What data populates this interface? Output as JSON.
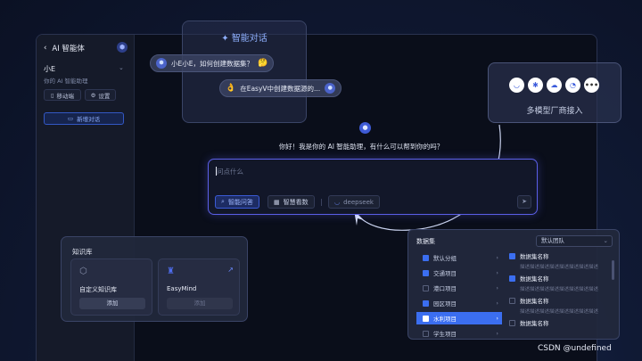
{
  "sidebar": {
    "back_label": "‹",
    "title": "AI 智能体",
    "user_name": "小E",
    "user_sub": "你的 AI 智能助理",
    "btn_mobile": "移动端",
    "btn_settings": "设置",
    "btn_new_chat": "新增对话"
  },
  "title_card": {
    "label": "✦ 智能对话"
  },
  "bubbles": {
    "q": "小E小E，如何创建数据集？",
    "a": "在EasyV中创建数据源的..."
  },
  "models": {
    "label": "多模型厂商接入",
    "icons": [
      "whale-icon",
      "robot-icon",
      "cloud-icon",
      "spark-icon",
      "more-icon"
    ],
    "more_text": "•••"
  },
  "chat": {
    "greeting": "你好！我是你的 AI 智能助理，有什么可以帮到你的吗？",
    "placeholder": "问点什么",
    "chip_qa": "智能问答",
    "chip_board": "智慧看数",
    "chip_model": "deepseek"
  },
  "knowledge": {
    "title": "知识库",
    "items": [
      {
        "name": "自定义知识库",
        "action": "添加"
      },
      {
        "name": "EasyMind",
        "action": "添加"
      }
    ]
  },
  "dataset": {
    "title": "数据集",
    "team": "默认团队",
    "groups": [
      {
        "label": "默认分组",
        "state": "on"
      },
      {
        "label": "交通项目",
        "state": "on"
      },
      {
        "label": "港口项目",
        "state": "off"
      },
      {
        "label": "园区项目",
        "state": "on"
      },
      {
        "label": "水利项目",
        "state": "ind"
      },
      {
        "label": "学生项目",
        "state": "off"
      }
    ],
    "items": [
      {
        "name": "数据集名称",
        "desc": "描述描述描述描述描述描述描述描述",
        "checked": true
      },
      {
        "name": "数据集名称",
        "desc": "描述描述描述描述描述描述描述描述",
        "checked": true
      },
      {
        "name": "数据集名称",
        "desc": "描述描述描述描述描述描述描述描述",
        "checked": false
      },
      {
        "name": "数据集名称",
        "desc": "",
        "checked": false
      }
    ]
  },
  "watermark": "CSDN @undefined",
  "colors": {
    "accent": "#3b6ef0",
    "border_glow": "#5b5fe8"
  }
}
